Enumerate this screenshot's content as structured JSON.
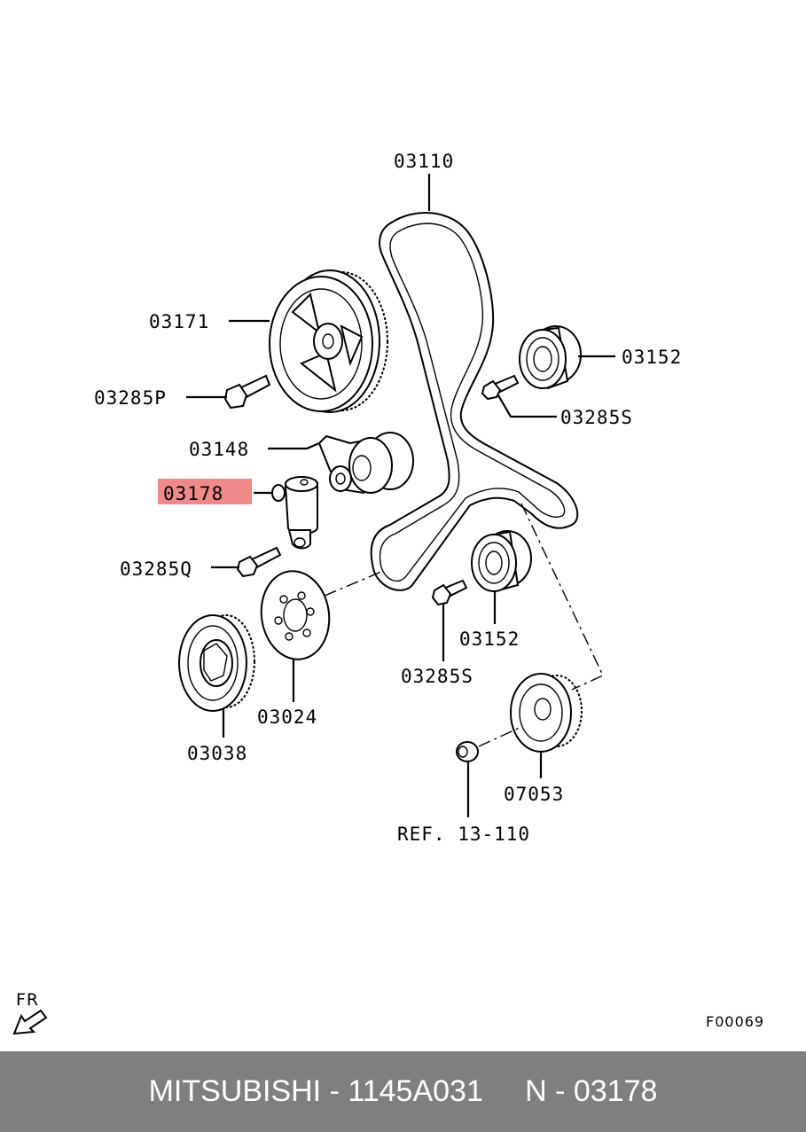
{
  "labels": {
    "p03110": "03110",
    "p03171": "03171",
    "p03152_top": "03152",
    "p03285P": "03285P",
    "p03285S_top": "03285S",
    "p03148": "03148",
    "p03178": "03178",
    "p03285Q": "03285Q",
    "p03152_bottom": "03152",
    "p03285S_bottom": "03285S",
    "p03024": "03024",
    "p03038": "03038",
    "p07053": "07053",
    "ref": "REF. 13-110"
  },
  "direction_label": "FR",
  "figure_code": "F00069",
  "highlight_color": "#f08a8a",
  "footer": {
    "text": "MITSUBISHI - 1145A031     N - 03178",
    "background": "#7f7f7f",
    "color": "#ffffff"
  }
}
